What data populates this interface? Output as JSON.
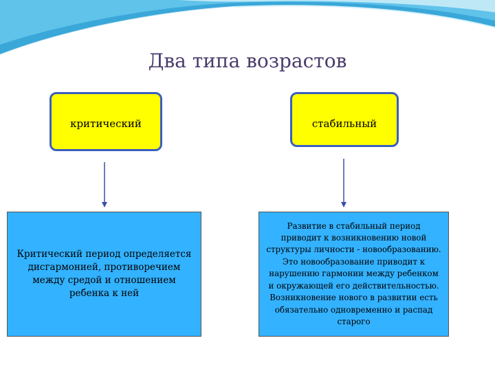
{
  "title": "Два типа возрастов",
  "types": [
    {
      "label": "критический",
      "description": "Критический период определяется дисгармонией, противоречием между средой и отношением ребенка к ней"
    },
    {
      "label": "стабильный",
      "description": "Развитие в стабильный период приводит к возникновению новой структуры личности - новообразованию. Это новообразование приводит к нарушению гармонии между ребенком и окружающей его действительностью. Возникновение нового в развитии есть обязательно одновременно и распад старого"
    }
  ],
  "colors": {
    "title": "#4a3b6b",
    "label_box_fill": "#ffff00",
    "label_box_border": "#3a5fbf",
    "description_box_fill": "#33b2ff",
    "arrow": "#3a4fa8"
  }
}
